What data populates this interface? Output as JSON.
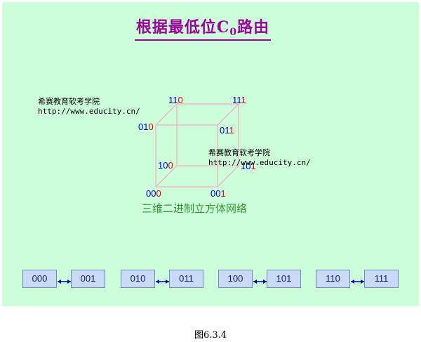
{
  "title": {
    "main": "根据最低位C",
    "subscript": "0",
    "suffix": "路由"
  },
  "watermarks": [
    {
      "line1": "希赛教育软考学院",
      "line2": "http://www.educity.cn/"
    },
    {
      "line1": "希赛教育软考学院",
      "line2": "http://www.educity.cn/"
    }
  ],
  "cube_nodes": [
    {
      "id": "000",
      "prefix": "00",
      "last": "0"
    },
    {
      "id": "001",
      "prefix": "00",
      "last": "1"
    },
    {
      "id": "010",
      "prefix": "01",
      "last": "0"
    },
    {
      "id": "011",
      "prefix": "01",
      "last": "1"
    },
    {
      "id": "100",
      "prefix": "10",
      "last": "0"
    },
    {
      "id": "101",
      "prefix": "10",
      "last": "1"
    },
    {
      "id": "110",
      "prefix": "11",
      "last": "0"
    },
    {
      "id": "111",
      "prefix": "11",
      "last": "1"
    }
  ],
  "network_label": "三维二进制立方体网络",
  "pairs": [
    {
      "left": "000",
      "right": "001"
    },
    {
      "left": "010",
      "right": "011"
    },
    {
      "left": "100",
      "right": "101"
    },
    {
      "left": "110",
      "right": "111"
    }
  ],
  "figure_caption": "图6.3.4",
  "colors": {
    "background": "#ccffd9",
    "title": "#990099",
    "cube_edge": "#ff99bb",
    "bit_prefix": "#0000cc",
    "bit_last": "#dd0000",
    "network_label": "#339933",
    "box_fill": "#c8daf5",
    "link": "#0000aa"
  }
}
